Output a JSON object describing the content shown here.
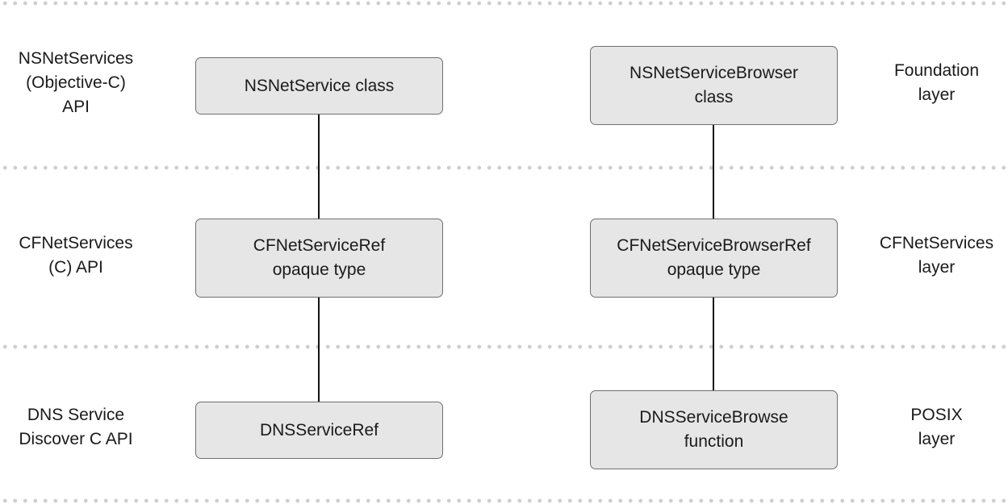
{
  "left_labels": {
    "row1": [
      "NSNetServices",
      "(Objective-C)",
      "API"
    ],
    "row2": [
      "CFNetServices",
      "(C) API"
    ],
    "row3": [
      "DNS Service",
      "Discover C API"
    ]
  },
  "right_labels": {
    "row1": [
      "Foundation",
      "layer"
    ],
    "row2": [
      "CFNetServices",
      "layer"
    ],
    "row3": [
      "POSIX",
      "layer"
    ]
  },
  "service_column": {
    "row1": [
      "NSNetService class"
    ],
    "row2": [
      "CFNetServiceRef",
      "opaque type"
    ],
    "row3": [
      "DNSServiceRef"
    ]
  },
  "browser_column": {
    "row1": [
      "NSNetServiceBrowser",
      "class"
    ],
    "row2": [
      "CFNetServiceBrowserRef",
      "opaque type"
    ],
    "row3": [
      "DNSServiceBrowse",
      "function"
    ]
  },
  "colors": {
    "box_fill": "#e6e6e6",
    "box_border": "#6f6f6f",
    "connector": "#111111",
    "divider_dots": "#cfcfcf"
  }
}
